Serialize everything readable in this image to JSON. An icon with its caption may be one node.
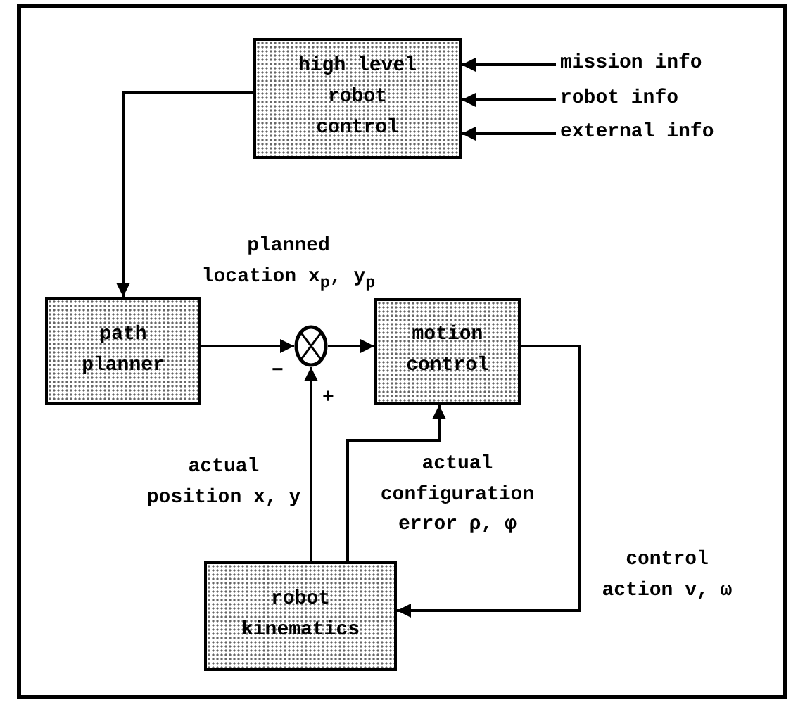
{
  "diagram": {
    "nodes": [
      {
        "text": [
          "high level robot control"
        ]
      },
      {
        "text": [
          "mission info"
        ]
      },
      {
        "text": [
          "robot info"
        ]
      },
      {
        "text": [
          "external info"
        ]
      },
      {
        "text": [
          "path planner"
        ]
      },
      {
        "text": [],
        "shape": "circle"
      },
      {
        "text": [
          "motion control"
        ]
      },
      {
        "text": [
          "robot kinematics"
        ]
      }
    ],
    "edges": [
      {
        "from": 0,
        "to": 4,
        "arrow": "to"
      },
      {
        "from": 1,
        "to": 0,
        "arrow": "to"
      },
      {
        "from": 2,
        "to": 0,
        "arrow": "to"
      },
      {
        "from": 3,
        "to": 0,
        "arrow": "to"
      },
      {
        "from": 4,
        "to": 5,
        "arrow": "to",
        "label": "planned location x$_{p}$, y$_{p}$"
      },
      {
        "from": 5,
        "to": 6,
        "arrow": "to"
      },
      {
        "from": 6,
        "to": 7,
        "arrow": "to",
        "label": "control action v, ω"
      },
      {
        "from": 7,
        "to": 5,
        "arrow": "to",
        "label": "actual position x, y"
      },
      {
        "from": 7,
        "to": 6,
        "arrow": "to",
        "label": "actual configuration error ρ, φ"
      }
    ],
    "labels": [
      "−",
      "+"
    ]
  }
}
